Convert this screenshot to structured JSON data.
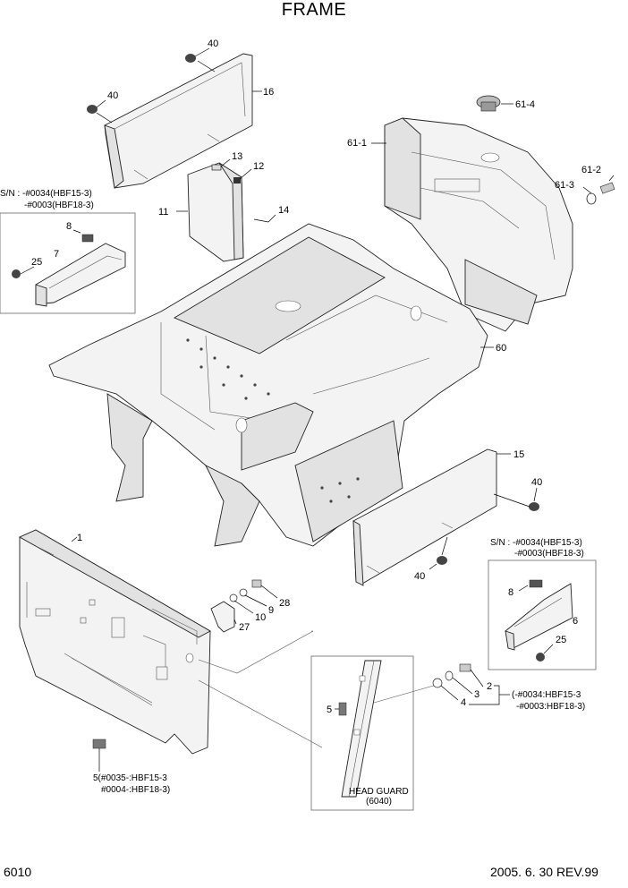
{
  "title": "FRAME",
  "page_number": "6010",
  "revision": "2005. 6. 30 REV.99",
  "inset_left": {
    "note_line1": "S/N : -#0034(HBF15-3)",
    "note_line2": "-#0003(HBF18-3)",
    "labels": [
      "8",
      "7",
      "25"
    ]
  },
  "inset_right": {
    "note_line1": "S/N : -#0034(HBF15-3)",
    "note_line2": "-#0003(HBF18-3)",
    "labels": [
      "8",
      "6",
      "25"
    ]
  },
  "inset_head_guard": {
    "caption_line1": "HEAD GUARD",
    "caption_line2": "(6040)",
    "labels": [
      "5"
    ]
  },
  "callouts": {
    "p40a": "40",
    "p40b": "40",
    "p16": "16",
    "p13": "13",
    "p12": "12",
    "p11": "11",
    "p14": "14",
    "p61_4": "61-4",
    "p61_1": "61-1",
    "p61_2": "61-2",
    "p61_3": "61-3",
    "p60": "60",
    "p15": "15",
    "p40c": "40",
    "p40d": "40",
    "p1": "1",
    "p9": "9",
    "p28": "28",
    "p10": "10",
    "p27": "27",
    "p2": "2",
    "p3": "3",
    "p4": "4"
  },
  "bolt_note": {
    "line1": "(-#0034:HBF15-3",
    "line2": "-#0003:HBF18-3)"
  },
  "part5_note": {
    "line1": "5(#0035-:HBF15-3",
    "line2": "#0004-:HBF18-3)"
  }
}
